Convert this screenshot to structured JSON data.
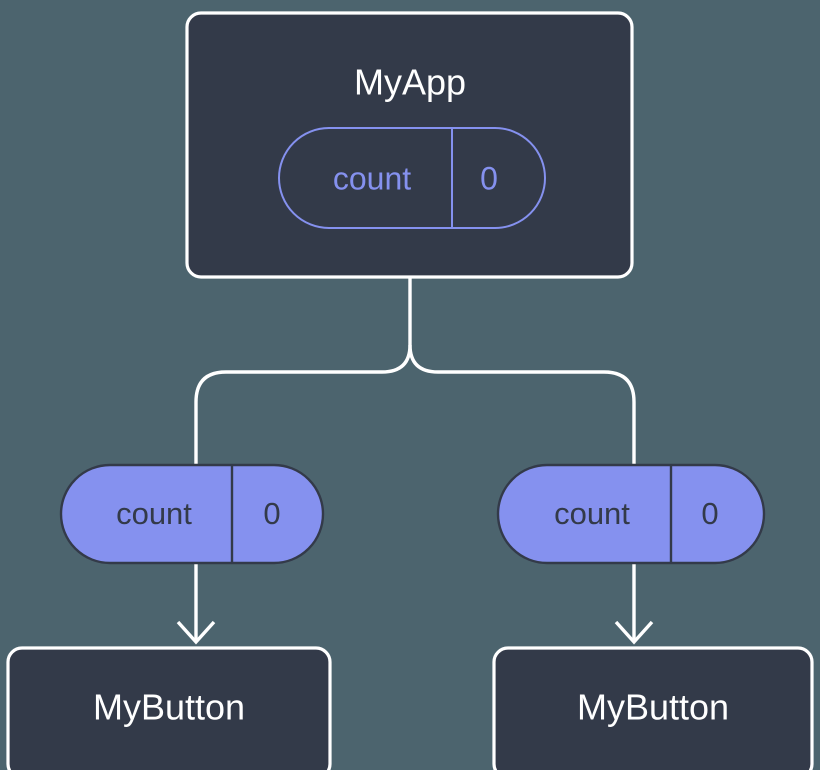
{
  "diagram": {
    "type": "component-state-propagation-tree",
    "background_color": "#4c646e",
    "colors": {
      "background": "#4c646e",
      "node_fill": "#333a49",
      "node_border": "#ffffff",
      "accent_purple": "#8591ef",
      "connector": "#ffffff",
      "title_text": "#ffffff"
    },
    "root": {
      "title": "MyApp",
      "state_pill": {
        "key": "count",
        "value": "0",
        "style": "outlined"
      }
    },
    "branches": [
      {
        "side": "left",
        "prop_pill": {
          "key": "count",
          "value": "0",
          "style": "filled"
        },
        "child": {
          "title": "MyButton"
        }
      },
      {
        "side": "right",
        "prop_pill": {
          "key": "count",
          "value": "0",
          "style": "filled"
        },
        "child": {
          "title": "MyButton"
        }
      }
    ]
  }
}
